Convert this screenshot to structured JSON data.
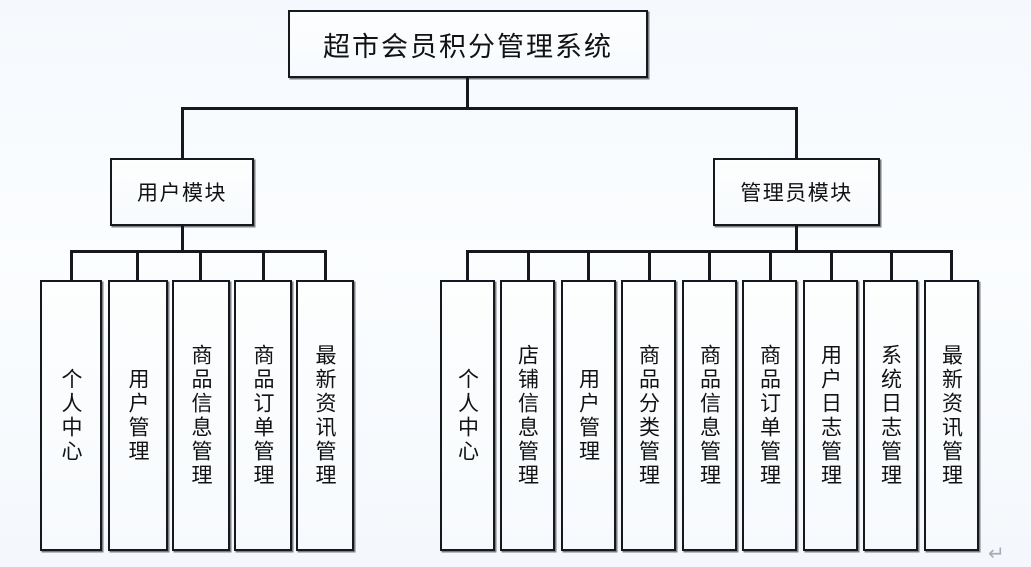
{
  "diagram": {
    "type": "hierarchy-tree",
    "title": "超市会员积分管理系统",
    "levels": 3,
    "branches": [
      {
        "id": "user-module",
        "label": "用户模块",
        "leaves": [
          {
            "label": "个人中心"
          },
          {
            "label": "用户管理"
          },
          {
            "label": "商品信息管理"
          },
          {
            "label": "商品订单管理"
          },
          {
            "label": "最新资讯管理"
          }
        ]
      },
      {
        "id": "admin-module",
        "label": "管理员模块",
        "leaves": [
          {
            "label": "个人中心"
          },
          {
            "label": "店铺信息管理"
          },
          {
            "label": "用户管理"
          },
          {
            "label": "商品分类管理"
          },
          {
            "label": "商品信息管理"
          },
          {
            "label": "商品订单管理"
          },
          {
            "label": "用户日志管理"
          },
          {
            "label": "系统日志管理"
          },
          {
            "label": "最新资讯管理"
          }
        ]
      }
    ],
    "marks": {
      "paragraph_return": "↵"
    },
    "colors": {
      "stroke": "#16181d",
      "box_fill": "#fbfdff",
      "background": "#f7fafd",
      "mark": "#a8acb4"
    }
  }
}
